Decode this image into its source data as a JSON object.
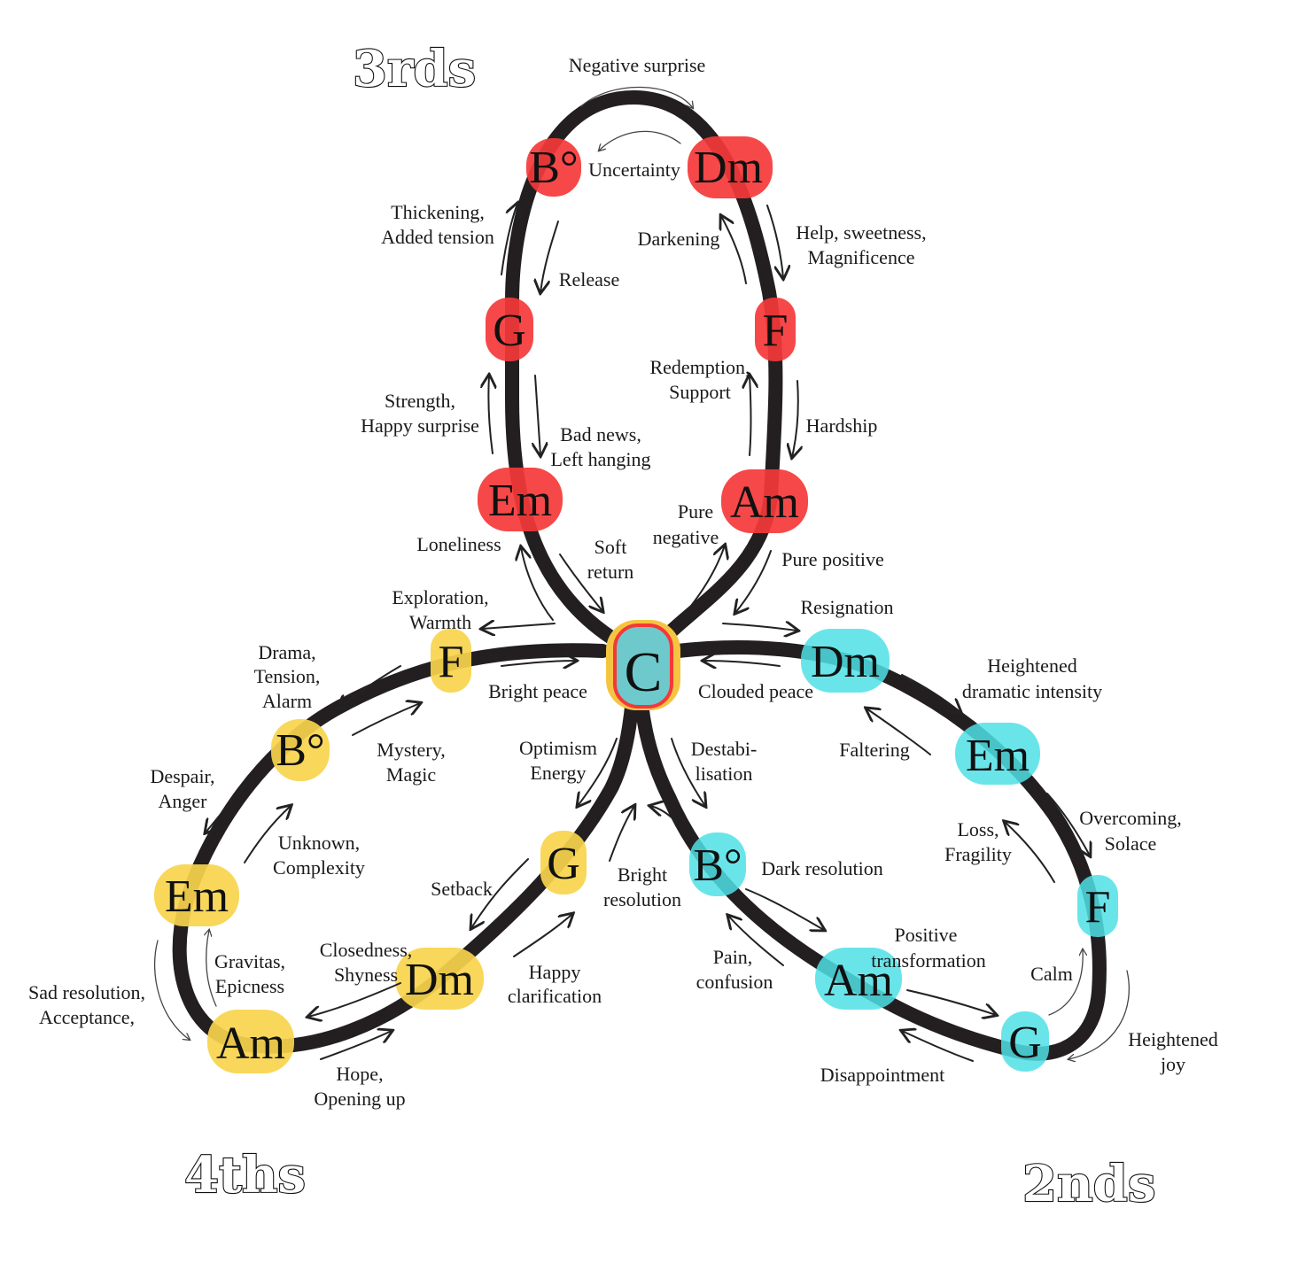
{
  "titles": {
    "thirds": "3rds",
    "fourths": "4ths",
    "seconds": "2nds"
  },
  "colors": {
    "thirds": "#f53838",
    "fourths": "#f7d44c",
    "seconds": "#4fe0e6",
    "center_fill": "#6ec9cc",
    "center_ring": "#f5c542",
    "track": "#231f20"
  },
  "center": {
    "chord": "C"
  },
  "thirds": {
    "chords": {
      "em": "Em",
      "g": "G",
      "bdim": "B°",
      "dm": "Dm",
      "f": "F",
      "am": "Am"
    },
    "labels": {
      "negative_surprise": "Negative surprise",
      "uncertainty": "Uncertainty",
      "thickening_1": "Thickening,",
      "thickening_2": "Added tension",
      "release": "Release",
      "darkening": "Darkening",
      "help_1": "Help, sweetness,",
      "help_2": "Magnificence",
      "strength_1": "Strength,",
      "strength_2": "Happy surprise",
      "badnews_1": "Bad news,",
      "badnews_2": "Left hanging",
      "redemption_1": "Redemption,",
      "redemption_2": "Support",
      "hardship": "Hardship",
      "loneliness": "Loneliness",
      "soft_1": "Soft",
      "soft_2": "return",
      "pureneg_1": "Pure",
      "pureneg_2": "negative",
      "pure_positive": "Pure positive"
    }
  },
  "fourths": {
    "chords": {
      "f": "F",
      "bdim": "B°",
      "em": "Em",
      "am": "Am",
      "dm": "Dm",
      "g": "G"
    },
    "labels": {
      "exploration_1": "Exploration,",
      "exploration_2": "Warmth",
      "bright_peace": "Bright peace",
      "drama_1": "Drama,",
      "drama_2": "Tension,",
      "drama_3": "Alarm",
      "mystery_1": "Mystery,",
      "mystery_2": "Magic",
      "despair_1": "Despair,",
      "despair_2": "Anger",
      "unknown_1": "Unknown,",
      "unknown_2": "Complexity",
      "gravitas_1": "Gravitas,",
      "gravitas_2": "Epicness",
      "sad_1": "Sad resolution,",
      "sad_2": "Acceptance,",
      "closedness_1": "Closedness,",
      "closedness_2": "Shyness",
      "hope_1": "Hope,",
      "hope_2": "Opening up",
      "setback": "Setback",
      "happy_1": "Happy",
      "happy_2": "clarification",
      "optimism_1": "Optimism",
      "optimism_2": "Energy",
      "bright_res_1": "Bright",
      "bright_res_2": "resolution"
    }
  },
  "seconds": {
    "chords": {
      "dm": "Dm",
      "em": "Em",
      "f": "F",
      "g": "G",
      "am": "Am",
      "bdim": "B°"
    },
    "labels": {
      "resignation": "Resignation",
      "clouded_peace": "Clouded peace",
      "heightened_1": "Heightened",
      "heightened_2": "dramatic intensity",
      "faltering": "Faltering",
      "overcoming_1": "Overcoming,",
      "overcoming_2": "Solace",
      "loss_1": "Loss,",
      "loss_2": "Fragility",
      "calm": "Calm",
      "joy_1": "Heightened",
      "joy_2": "joy",
      "disappointment": "Disappointment",
      "positive_1": "Positive",
      "positive_2": "transformation",
      "pain_1": "Pain,",
      "pain_2": "confusion",
      "dark_resolution": "Dark resolution",
      "destab_1": "Destabi-",
      "destab_2": "lisation"
    }
  }
}
